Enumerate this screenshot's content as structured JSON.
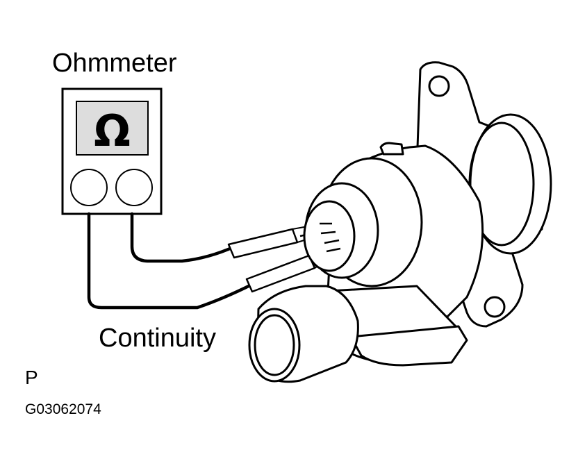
{
  "labels": {
    "ohmmeter": "Ohmmeter",
    "continuity": "Continuity",
    "view_marker": "P",
    "figure_code": "G03062074"
  },
  "meter": {
    "symbol": "Ω"
  },
  "colors": {
    "line": "#000000",
    "background": "#ffffff",
    "display_fill": "#dddddd"
  },
  "icons": {
    "meter": "ohmmeter-icon",
    "valve": "valve-icon"
  }
}
